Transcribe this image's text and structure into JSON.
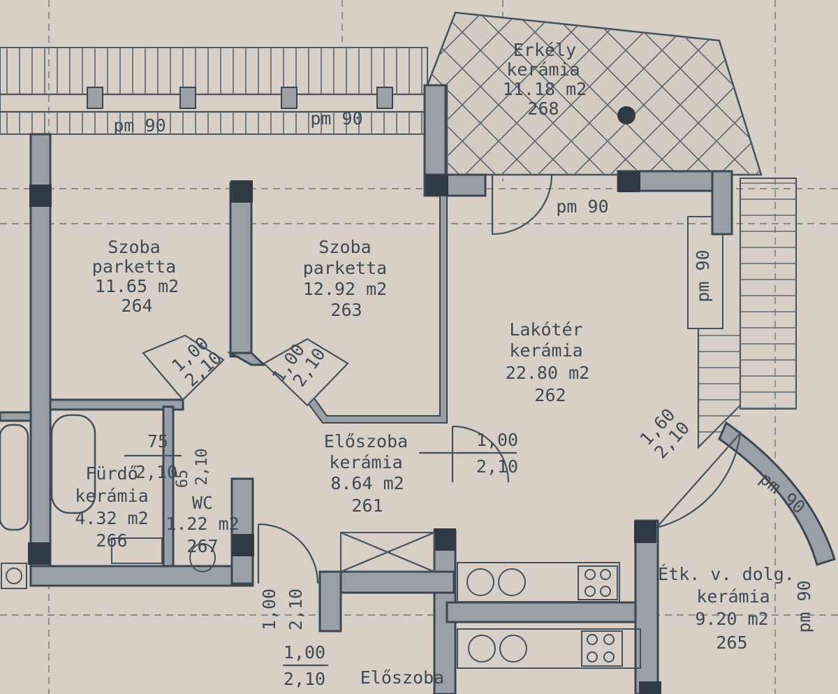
{
  "rooms": {
    "szoba_264": {
      "name": "Szoba",
      "floor": "parketta",
      "area": "11.65 m2",
      "num": "264"
    },
    "szoba_263": {
      "name": "Szoba",
      "floor": "parketta",
      "area": "12.92 m2",
      "num": "263"
    },
    "erkely": {
      "name": "Erkély",
      "floor": "kerámia",
      "area": "11.18 m2",
      "num": "268"
    },
    "lakoter": {
      "name": "Lakótér",
      "floor": "kerámia",
      "area": "22.80 m2",
      "num": "262"
    },
    "eloszoba_261": {
      "name": "Előszoba",
      "floor": "kerámia",
      "area": "8.64 m2",
      "num": "261"
    },
    "furdo": {
      "name": "Fürdő",
      "floor": "kerámia",
      "area": "4.32 m2",
      "num": "266"
    },
    "wc": {
      "name": "WC",
      "area": "1.22 m2",
      "num": "267"
    },
    "etk": {
      "name": "Étk. v. dolg.",
      "floor": "kerámia",
      "area": "9.20 m2",
      "num": "265"
    },
    "eloszoba_lower": {
      "name": "Előszoba"
    }
  },
  "parapets": {
    "p1": "pm 90",
    "p2": "pm 90",
    "p3": "pm 90",
    "p4": "pm 90",
    "p5": "pm 90",
    "p6": "pm 90"
  },
  "doors": {
    "d1": {
      "w": "1,00",
      "h": "2,10"
    },
    "d2": {
      "w": "1,00",
      "h": "2,10"
    },
    "d3": {
      "w": "1,00",
      "h": "2,10"
    },
    "d4": {
      "w": "1,60",
      "h": "2,10"
    },
    "d5": {
      "w": "1,00",
      "h": "2,10"
    },
    "d6": {
      "w": "1,00",
      "h": "2,10"
    },
    "bath": {
      "w": "75",
      "h": "2,10"
    },
    "wc": {
      "w": "65",
      "h": "2,10"
    }
  },
  "colors": {
    "paper": "#d8d0c6",
    "ink": "#3e4a56",
    "wall": "#9aa1a6"
  }
}
